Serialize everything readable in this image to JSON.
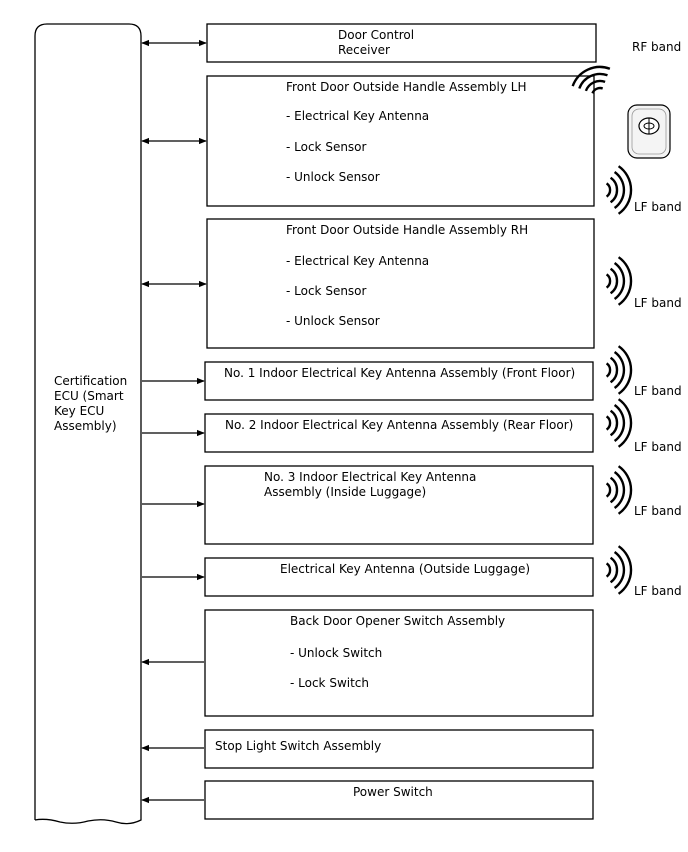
{
  "ecu": {
    "label_lines": [
      "Certification",
      "ECU (Smart",
      "Key ECU",
      "Assembly)"
    ]
  },
  "boxes": [
    {
      "title_lines": [
        "Door Control",
        "Receiver"
      ],
      "items": []
    },
    {
      "title_lines": [
        "Front Door Outside Handle Assembly LH"
      ],
      "items": [
        "- Electrical Key Antenna",
        "- Lock Sensor",
        "- Unlock Sensor"
      ]
    },
    {
      "title_lines": [
        "Front Door Outside Handle Assembly RH"
      ],
      "items": [
        "- Electrical Key Antenna",
        "- Lock Sensor",
        "- Unlock Sensor"
      ]
    },
    {
      "title_lines": [
        "No. 1 Indoor Electrical Key Antenna Assembly (Front Floor)"
      ],
      "items": []
    },
    {
      "title_lines": [
        "No. 2 Indoor Electrical Key Antenna Assembly (Rear Floor)"
      ],
      "items": []
    },
    {
      "title_lines": [
        "No. 3 Indoor Electrical Key Antenna",
        "Assembly (Inside Luggage)"
      ],
      "items": []
    },
    {
      "title_lines": [
        "Electrical Key Antenna (Outside Luggage)"
      ],
      "items": []
    },
    {
      "title_lines": [
        "Back Door Opener Switch Assembly"
      ],
      "items": [
        "- Unlock Switch",
        "- Lock Switch"
      ]
    },
    {
      "title_lines": [
        "Stop Light Switch Assembly"
      ],
      "items": []
    },
    {
      "title_lines": [
        "Power Switch"
      ],
      "items": []
    }
  ],
  "connections": [
    "bidirectional",
    "bidirectional",
    "bidirectional",
    "to-device",
    "to-device",
    "to-device",
    "to-device",
    "to-ecu",
    "to-ecu",
    "to-ecu"
  ],
  "bands": [
    {
      "label": "RF band",
      "signal": "rf-waves"
    },
    {
      "label": "LF band",
      "signal": "lf-waves"
    },
    {
      "label": "LF band",
      "signal": "lf-waves"
    },
    {
      "label": "LF band",
      "signal": "lf-waves"
    },
    {
      "label": "LF band",
      "signal": "lf-waves"
    },
    {
      "label": "LF band",
      "signal": "lf-waves"
    },
    {
      "label": "LF band",
      "signal": "lf-waves"
    }
  ],
  "icons": {
    "key_fob": "smart-key-fob-icon"
  }
}
